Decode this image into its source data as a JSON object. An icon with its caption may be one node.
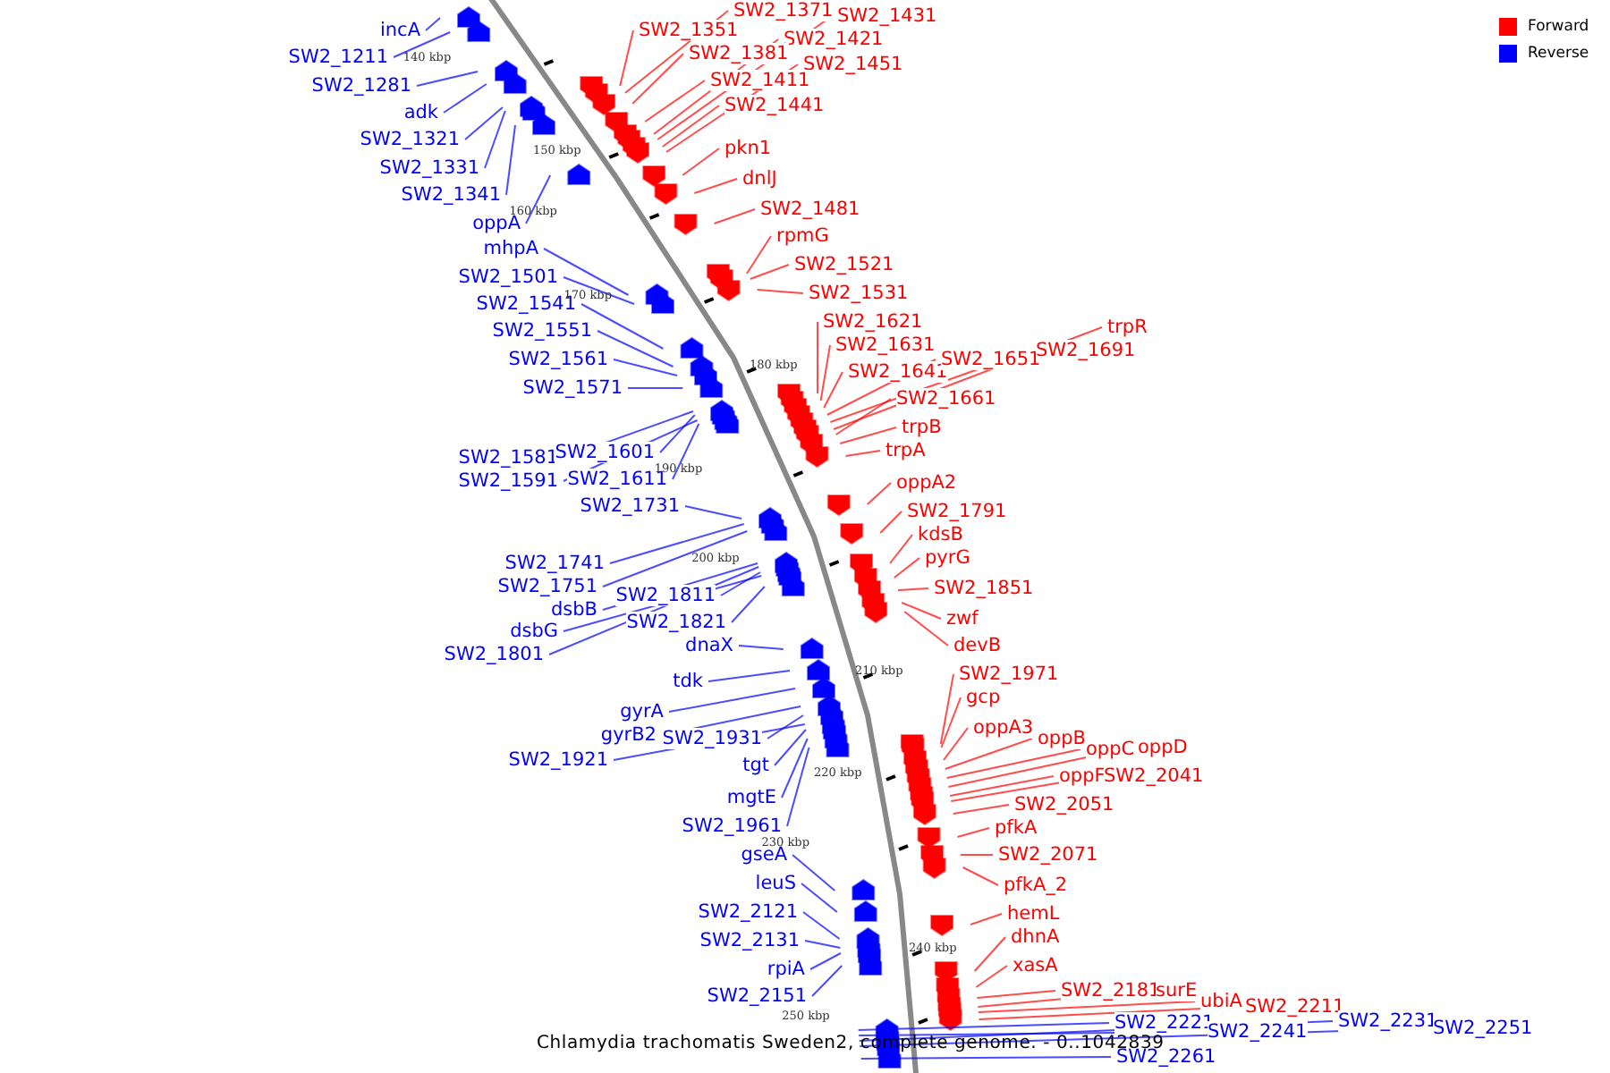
{
  "diagram": {
    "caption": "Chlamydia trachomatis Sweden2, complete genome. - 0..1042839",
    "nodes": [
      {
        "text": [
          "incA"
        ]
      },
      {
        "text": [
          "SW2_1211"
        ]
      },
      {
        "text": [
          "SW2_1281"
        ]
      },
      {
        "text": [
          "adk"
        ]
      },
      {
        "text": [
          "SW2_1321"
        ]
      },
      {
        "text": [
          "SW2_1331"
        ]
      },
      {
        "text": [
          "SW2_1341"
        ]
      },
      {
        "text": [
          "oppA"
        ]
      },
      {
        "text": [
          "mhpA"
        ]
      },
      {
        "text": [
          "SW2_1501"
        ]
      },
      {
        "text": [
          "SW2_1541"
        ]
      },
      {
        "text": [
          "SW2_1551"
        ]
      },
      {
        "text": [
          "SW2_1561"
        ]
      },
      {
        "text": [
          "SW2_1571"
        ]
      },
      {
        "text": [
          "SW2_1581"
        ]
      },
      {
        "text": [
          "SW2_1601"
        ]
      },
      {
        "text": [
          "SW2_1591"
        ]
      },
      {
        "text": [
          "SW2_1611"
        ]
      },
      {
        "text": [
          "SW2_1731"
        ]
      },
      {
        "text": [
          "SW2_1741"
        ]
      },
      {
        "text": [
          "SW2_1751"
        ]
      },
      {
        "text": [
          "dsbB"
        ]
      },
      {
        "text": [
          "SW2_1811"
        ]
      },
      {
        "text": [
          "dsbG"
        ]
      },
      {
        "text": [
          "SW2_1821"
        ]
      },
      {
        "text": [
          "SW2_1801"
        ]
      },
      {
        "text": [
          "dnaX"
        ]
      },
      {
        "text": [
          "tdk"
        ]
      },
      {
        "text": [
          "gyrA"
        ]
      },
      {
        "text": [
          "gyrB2"
        ]
      },
      {
        "text": [
          "SW2_1931"
        ]
      },
      {
        "text": [
          "SW2_1921"
        ]
      },
      {
        "text": [
          "tgt"
        ]
      },
      {
        "text": [
          "mgtE"
        ]
      },
      {
        "text": [
          "SW2_1961"
        ]
      },
      {
        "text": [
          "gseA"
        ]
      },
      {
        "text": [
          "leuS"
        ]
      },
      {
        "text": [
          "SW2_2121"
        ]
      },
      {
        "text": [
          "SW2_2131"
        ]
      },
      {
        "text": [
          "rpiA"
        ]
      },
      {
        "text": [
          "SW2_2151"
        ]
      },
      {
        "text": [
          "SW2_1371"
        ]
      },
      {
        "text": [
          "SW2_1351"
        ]
      },
      {
        "text": [
          "SW2_1431"
        ]
      },
      {
        "text": [
          "SW2_1421"
        ]
      },
      {
        "text": [
          "SW2_1381"
        ]
      },
      {
        "text": [
          "SW2_1451"
        ]
      },
      {
        "text": [
          "SW2_1411"
        ]
      },
      {
        "text": [
          "SW2_1441"
        ]
      },
      {
        "text": [
          "pkn1"
        ]
      },
      {
        "text": [
          "dnlJ"
        ]
      },
      {
        "text": [
          "SW2_1481"
        ]
      },
      {
        "text": [
          "rpmG"
        ]
      },
      {
        "text": [
          "SW2_1521"
        ]
      },
      {
        "text": [
          "SW2_1531"
        ]
      },
      {
        "text": [
          "SW2_1621"
        ]
      },
      {
        "text": [
          "SW2_1631"
        ]
      },
      {
        "text": [
          "SW2_1641"
        ]
      },
      {
        "text": [
          "SW2_1651"
        ]
      },
      {
        "text": [
          "SW2_1691"
        ]
      },
      {
        "text": [
          "trpR"
        ]
      },
      {
        "text": [
          "SW2_1661"
        ]
      },
      {
        "text": [
          "trpB"
        ]
      },
      {
        "text": [
          "trpA"
        ]
      },
      {
        "text": [
          "oppA2"
        ]
      },
      {
        "text": [
          "SW2_1791"
        ]
      },
      {
        "text": [
          "kdsB"
        ]
      },
      {
        "text": [
          "pyrG"
        ]
      },
      {
        "text": [
          "SW2_1851"
        ]
      },
      {
        "text": [
          "zwf"
        ]
      },
      {
        "text": [
          "devB"
        ]
      },
      {
        "text": [
          "SW2_1971"
        ]
      },
      {
        "text": [
          "gcp"
        ]
      },
      {
        "text": [
          "oppA3"
        ]
      },
      {
        "text": [
          "oppB"
        ]
      },
      {
        "text": [
          "oppC"
        ]
      },
      {
        "text": [
          "oppD"
        ]
      },
      {
        "text": [
          "oppF"
        ]
      },
      {
        "text": [
          "SW2_2041"
        ]
      },
      {
        "text": [
          "SW2_2051"
        ]
      },
      {
        "text": [
          "pfkA"
        ]
      },
      {
        "text": [
          "SW2_2071"
        ]
      },
      {
        "text": [
          "pfkA_2"
        ]
      },
      {
        "text": [
          "hemL"
        ]
      },
      {
        "text": [
          "dhnA"
        ]
      },
      {
        "text": [
          "xasA"
        ]
      },
      {
        "text": [
          "SW2_2181"
        ]
      },
      {
        "text": [
          "surE"
        ]
      },
      {
        "text": [
          "ubiA"
        ]
      },
      {
        "text": [
          "SW2_2211"
        ]
      },
      {
        "text": [
          "SW2_2221"
        ]
      },
      {
        "text": [
          "SW2_2241"
        ]
      },
      {
        "text": [
          "SW2_2231"
        ]
      },
      {
        "text": [
          "SW2_2251"
        ]
      },
      {
        "text": [
          "SW2_2261"
        ]
      }
    ],
    "edges": [
      {
        "from": 0,
        "to": null,
        "arrow": "none",
        "color": "#0000ff"
      },
      {
        "from": 1,
        "to": null,
        "arrow": "none",
        "color": "#0000ff"
      },
      {
        "from": 2,
        "to": null,
        "arrow": "none",
        "color": "#0000ff"
      },
      {
        "from": 3,
        "to": null,
        "arrow": "none",
        "color": "#0000ff"
      },
      {
        "from": 4,
        "to": null,
        "arrow": "none",
        "color": "#0000ff"
      },
      {
        "from": 5,
        "to": null,
        "arrow": "none",
        "color": "#0000ff"
      },
      {
        "from": 6,
        "to": null,
        "arrow": "none",
        "color": "#0000ff"
      },
      {
        "from": 7,
        "to": null,
        "arrow": "none",
        "color": "#0000ff"
      },
      {
        "from": 8,
        "to": null,
        "arrow": "none",
        "color": "#0000ff"
      },
      {
        "from": 9,
        "to": null,
        "arrow": "none",
        "color": "#0000ff"
      },
      {
        "from": 10,
        "to": null,
        "arrow": "none",
        "color": "#0000ff"
      },
      {
        "from": 11,
        "to": null,
        "arrow": "none",
        "color": "#0000ff"
      },
      {
        "from": 12,
        "to": null,
        "arrow": "none",
        "color": "#0000ff"
      },
      {
        "from": 13,
        "to": null,
        "arrow": "none",
        "color": "#0000ff"
      },
      {
        "from": 14,
        "to": null,
        "arrow": "none",
        "color": "#0000ff"
      },
      {
        "from": 15,
        "to": null,
        "arrow": "none",
        "color": "#0000ff"
      },
      {
        "from": 16,
        "to": null,
        "arrow": "none",
        "color": "#0000ff"
      },
      {
        "from": 17,
        "to": null,
        "arrow": "none",
        "color": "#0000ff"
      },
      {
        "from": 18,
        "to": null,
        "arrow": "none",
        "color": "#0000ff"
      },
      {
        "from": 19,
        "to": null,
        "arrow": "none",
        "color": "#0000ff"
      },
      {
        "from": 20,
        "to": null,
        "arrow": "none",
        "color": "#0000ff"
      },
      {
        "from": 21,
        "to": null,
        "arrow": "none",
        "color": "#0000ff"
      },
      {
        "from": 22,
        "to": null,
        "arrow": "none",
        "color": "#0000ff"
      },
      {
        "from": 23,
        "to": null,
        "arrow": "none",
        "color": "#0000ff"
      },
      {
        "from": 24,
        "to": null,
        "arrow": "none",
        "color": "#0000ff"
      },
      {
        "from": 25,
        "to": null,
        "arrow": "none",
        "color": "#0000ff"
      },
      {
        "from": 26,
        "to": null,
        "arrow": "none",
        "color": "#0000ff"
      },
      {
        "from": 27,
        "to": null,
        "arrow": "none",
        "color": "#0000ff"
      },
      {
        "from": 28,
        "to": null,
        "arrow": "none",
        "color": "#0000ff"
      },
      {
        "from": 29,
        "to": null,
        "arrow": "none",
        "color": "#0000ff"
      },
      {
        "from": 30,
        "to": null,
        "arrow": "none",
        "color": "#0000ff"
      },
      {
        "from": 31,
        "to": null,
        "arrow": "none",
        "color": "#0000ff"
      },
      {
        "from": 32,
        "to": null,
        "arrow": "none",
        "color": "#0000ff"
      },
      {
        "from": 33,
        "to": null,
        "arrow": "none",
        "color": "#0000ff"
      },
      {
        "from": 34,
        "to": null,
        "arrow": "none",
        "color": "#0000ff"
      },
      {
        "from": 35,
        "to": null,
        "arrow": "none",
        "color": "#0000ff"
      },
      {
        "from": 36,
        "to": null,
        "arrow": "none",
        "color": "#0000ff"
      },
      {
        "from": 37,
        "to": null,
        "arrow": "none",
        "color": "#0000ff"
      },
      {
        "from": 38,
        "to": null,
        "arrow": "none",
        "color": "#0000ff"
      },
      {
        "from": 39,
        "to": null,
        "arrow": "none",
        "color": "#0000ff"
      },
      {
        "from": 40,
        "to": null,
        "arrow": "none",
        "color": "#0000ff"
      },
      {
        "from": 41,
        "to": null,
        "arrow": "none"
      },
      {
        "from": 42,
        "to": null,
        "arrow": "none"
      },
      {
        "from": 43,
        "to": null,
        "arrow": "none"
      },
      {
        "from": 44,
        "to": null,
        "arrow": "none"
      },
      {
        "from": 45,
        "to": null,
        "arrow": "none"
      },
      {
        "from": 46,
        "to": null,
        "arrow": "none"
      },
      {
        "from": 47,
        "to": null,
        "arrow": "none"
      },
      {
        "from": 48,
        "to": null,
        "arrow": "none"
      },
      {
        "from": 49,
        "to": null,
        "arrow": "none"
      },
      {
        "from": 50,
        "to": null,
        "arrow": "none"
      },
      {
        "from": 51,
        "to": null,
        "arrow": "none"
      },
      {
        "from": 52,
        "to": null,
        "arrow": "none"
      },
      {
        "from": 53,
        "to": null,
        "arrow": "none"
      },
      {
        "from": 54,
        "to": null,
        "arrow": "none"
      },
      {
        "from": 55,
        "to": null,
        "arrow": "none"
      },
      {
        "from": 56,
        "to": null,
        "arrow": "none"
      },
      {
        "from": 57,
        "to": null,
        "arrow": "none"
      },
      {
        "from": 58,
        "to": null,
        "arrow": "none"
      },
      {
        "from": 59,
        "to": null,
        "arrow": "none"
      },
      {
        "from": 60,
        "to": null,
        "arrow": "none"
      },
      {
        "from": 61,
        "to": null,
        "arrow": "none"
      },
      {
        "from": 62,
        "to": null,
        "arrow": "none"
      },
      {
        "from": 63,
        "to": null,
        "arrow": "none"
      },
      {
        "from": 64,
        "to": null,
        "arrow": "none"
      },
      {
        "from": 65,
        "to": null,
        "arrow": "none"
      },
      {
        "from": 66,
        "to": null,
        "arrow": "none"
      },
      {
        "from": 67,
        "to": null,
        "arrow": "none"
      },
      {
        "from": 68,
        "to": null,
        "arrow": "none"
      },
      {
        "from": 69,
        "to": null,
        "arrow": "none"
      },
      {
        "from": 70,
        "to": null,
        "arrow": "none"
      },
      {
        "from": 71,
        "to": null,
        "arrow": "none"
      },
      {
        "from": 72,
        "to": null,
        "arrow": "none"
      },
      {
        "from": 73,
        "to": null,
        "arrow": "none"
      },
      {
        "from": 74,
        "to": null,
        "arrow": "none"
      },
      {
        "from": 75,
        "to": null,
        "arrow": "none"
      },
      {
        "from": 76,
        "to": null,
        "arrow": "none"
      },
      {
        "from": 77,
        "to": null,
        "arrow": "none"
      },
      {
        "from": 78,
        "to": null,
        "arrow": "none"
      },
      {
        "from": 79,
        "to": null,
        "arrow": "none"
      },
      {
        "from": 80,
        "to": null,
        "arrow": "none"
      },
      {
        "from": 81,
        "to": null,
        "arrow": "none"
      },
      {
        "from": 82,
        "to": null,
        "arrow": "none"
      },
      {
        "from": 83,
        "to": null,
        "arrow": "none"
      },
      {
        "from": 84,
        "to": null,
        "arrow": "none"
      },
      {
        "from": 85,
        "to": null,
        "arrow": "none"
      },
      {
        "from": 86,
        "to": null,
        "arrow": "none"
      },
      {
        "from": 87,
        "to": null,
        "arrow": "none"
      },
      {
        "from": 88,
        "to": null,
        "arrow": "none"
      },
      {
        "from": 89,
        "to": null,
        "arrow": "none"
      },
      {
        "from": 90,
        "to": null,
        "arrow": "none",
        "color": "#0000ff"
      },
      {
        "from": 91,
        "to": null,
        "arrow": "none",
        "color": "#0000ff"
      },
      {
        "from": 92,
        "to": null,
        "arrow": "none",
        "color": "#0000ff"
      },
      {
        "from": 93,
        "to": null,
        "arrow": "none",
        "color": "#0000ff"
      },
      {
        "from": 94,
        "to": null,
        "arrow": "none",
        "color": "#0000ff"
      }
    ],
    "labels": [
      "140 kbp",
      "150 kbp",
      "160 kbp",
      "170 kbp",
      "180 kbp",
      "190 kbp",
      "200 kbp",
      "210 kbp",
      "220 kbp",
      "230 kbp",
      "240 kbp",
      "250 kbp"
    ],
    "legend": [
      {
        "text": "Forward",
        "color": "#ff0000"
      },
      {
        "text": "Reverse",
        "color": "#0000ff"
      }
    ]
  }
}
